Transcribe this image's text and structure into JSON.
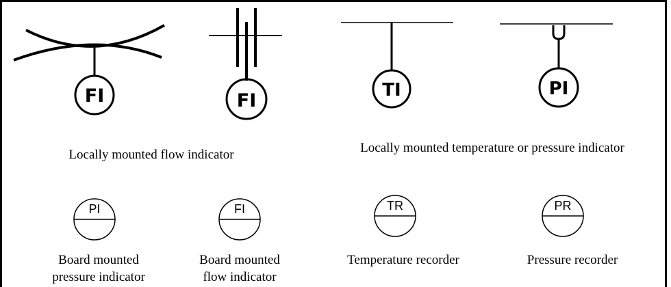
{
  "symbols": {
    "fi_orifice": "FI",
    "fi_plate": "FI",
    "ti_local": "TI",
    "pi_local": "PI",
    "pi_board": "PI",
    "fi_board": "FI",
    "tr_board": "TR",
    "pr_board": "PR"
  },
  "captions": {
    "local_flow": "Locally mounted flow indicator",
    "local_temp_pressure": "Locally mounted temperature or pressure indicator",
    "board_pressure_line1": "Board mounted",
    "board_pressure_line2": "pressure indicator",
    "board_flow_line1": "Board mounted",
    "board_flow_line2": "flow indicator",
    "temp_recorder": "Temperature recorder",
    "pressure_recorder": "Pressure recorder"
  }
}
